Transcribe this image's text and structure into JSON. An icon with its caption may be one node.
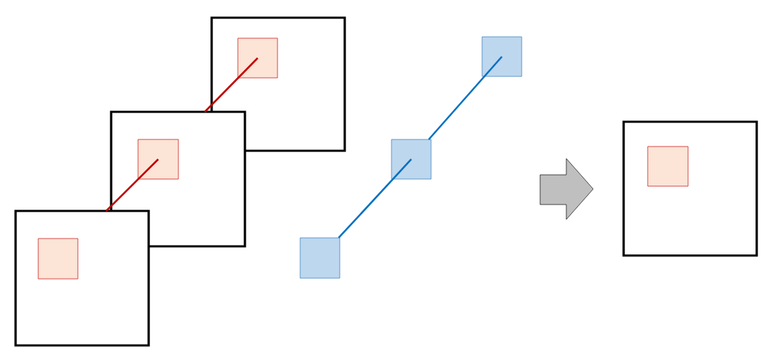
{
  "diagram": {
    "nodes": [
      {
        "text": [],
        "shape": "box"
      },
      {
        "text": [],
        "shape": "box",
        "in": 0
      },
      {
        "text": [],
        "shape": "box"
      },
      {
        "text": [],
        "shape": "box",
        "in": 2
      },
      {
        "text": [],
        "shape": "box"
      },
      {
        "text": [],
        "shape": "box",
        "in": 4
      },
      {
        "text": [],
        "shape": "box"
      },
      {
        "text": [],
        "shape": "box"
      },
      {
        "text": [],
        "shape": "box"
      },
      {
        "text": [],
        "shape": "arrow"
      },
      {
        "text": [],
        "shape": "box"
      },
      {
        "text": [],
        "shape": "box",
        "in": 10
      }
    ],
    "edges": [
      {
        "from": 1,
        "to": 2,
        "arrow": "none",
        "color": "#c00000"
      },
      {
        "from": 3,
        "to": 4,
        "arrow": "none",
        "color": "#c00000"
      },
      {
        "from": 6,
        "to": 7,
        "arrow": "none",
        "color": "#0070c0"
      },
      {
        "from": 7,
        "to": 8,
        "arrow": "none",
        "color": "#0070c0"
      }
    ]
  }
}
